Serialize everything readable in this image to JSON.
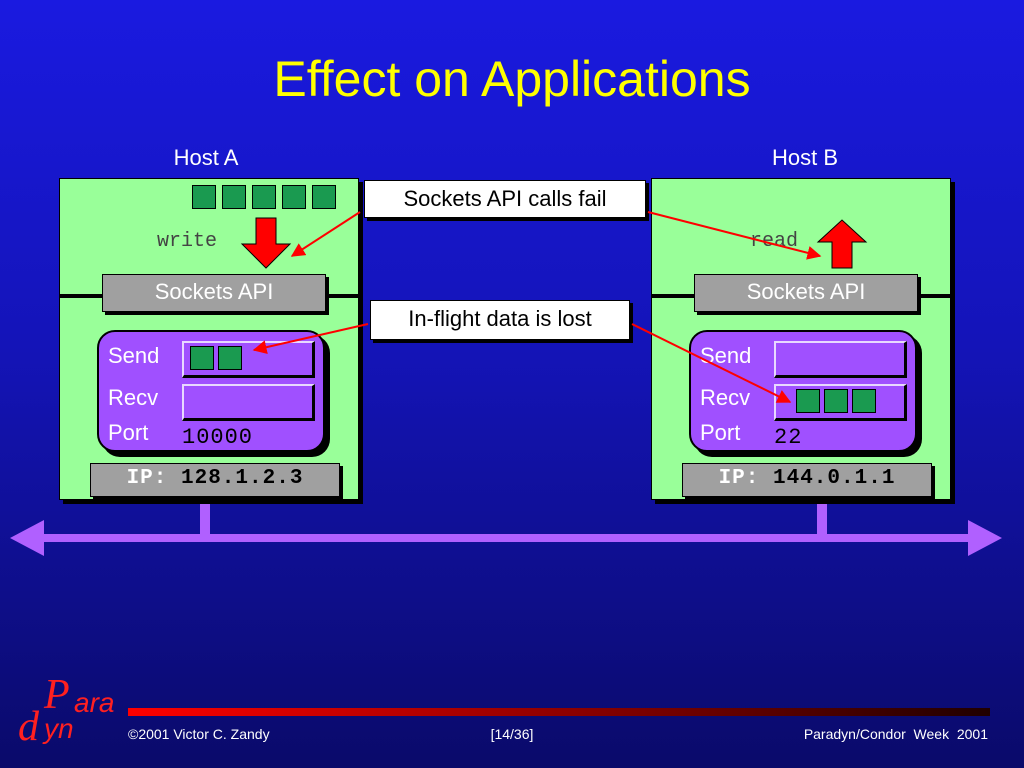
{
  "slide": {
    "title": "Effect on Applications",
    "colors": {
      "accent": "#ffff00",
      "host_fill": "#99ff99",
      "socket_fill": "#a050ff",
      "packet": "#1a9a50",
      "arrow_red": "#ff0000",
      "network": "#b060ff"
    }
  },
  "hosts": [
    {
      "label": "Host A",
      "operation": "write",
      "api_label": "Sockets API",
      "send_label": "Send",
      "recv_label": "Recv",
      "port_label": "Port",
      "port_value": "10000",
      "ip_prefix": "IP:",
      "ip_value": "128.1.2.3",
      "app_packets": 5,
      "send_packets": 2,
      "recv_packets": 0
    },
    {
      "label": "Host B",
      "operation": "read",
      "api_label": "Sockets API",
      "send_label": "Send",
      "recv_label": "Recv",
      "port_label": "Port",
      "port_value": "22",
      "ip_prefix": "IP:",
      "ip_value": "144.0.1.1",
      "app_packets": 0,
      "send_packets": 0,
      "recv_packets": 3
    }
  ],
  "callouts": {
    "api_fail": "Sockets API calls fail",
    "data_lost": "In-flight data is lost"
  },
  "footer": {
    "logo_top": "ara",
    "logo_bottom": "yn",
    "logo_p": "P",
    "logo_d": "d",
    "copyright": "©2001 Victor C. Zandy",
    "page": "[14/36]",
    "event": "Paradyn/Condor  Week  2001"
  }
}
